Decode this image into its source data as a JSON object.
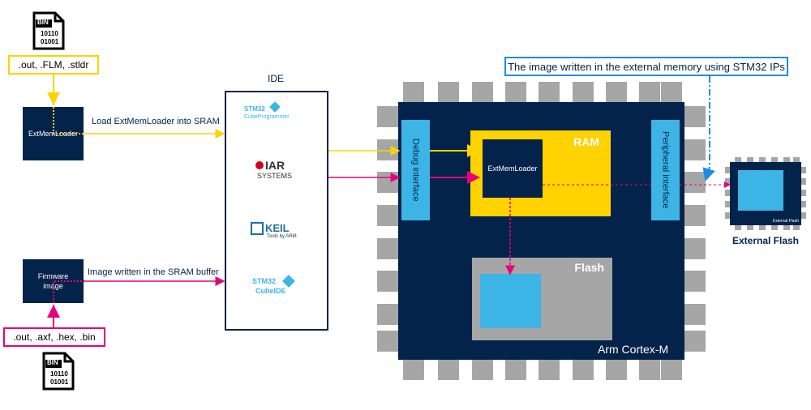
{
  "bin_icon": {
    "tag": "BIN",
    "line1": "10110",
    "line2": "01001",
    "icon": "binary-file-icon"
  },
  "inputs": {
    "loader_formats": ".out, .FLM, .stldr",
    "firmware_formats": ".out, .axf, .hex, .bin"
  },
  "blocks": {
    "extmemloader": "ExtMemLoader",
    "firmware": "Firmware image"
  },
  "arrows": {
    "load_label": "Load ExtMemLoader into SRAM",
    "write_label": "Image written in the SRAM buffer"
  },
  "ide": {
    "title": "IDE",
    "tools": [
      {
        "line1": "STM32",
        "line2": "CubeProgrammer",
        "icon": "cube-icon"
      },
      {
        "line1": "IAR",
        "line2": "SYSTEMS",
        "icon": "iar-logo-icon"
      },
      {
        "line1": "KEIL",
        "line2": "Tools by ARM",
        "icon": "keil-logo-icon"
      },
      {
        "line1": "STM32",
        "line2": "CubeIDE",
        "icon": "cube-icon"
      }
    ]
  },
  "mcu": {
    "debug_interface": "Debug interface",
    "peripheral_interface": "Peripheral interface",
    "ram": "RAM",
    "ram_loader": "ExtMemLoader",
    "flash": "Flash",
    "core": "Arm Cortex-M"
  },
  "external": {
    "callout": "The image written in the external memory using STM32 IPs",
    "chip_small": "External Flash",
    "chip_label": "External Flash"
  },
  "colors": {
    "navy": "#03234b",
    "yellow": "#ffd200",
    "magenta": "#e6007e",
    "cyan": "#3cb4e6",
    "gray": "#a6a6a6",
    "blue": "#1e8ce6"
  }
}
